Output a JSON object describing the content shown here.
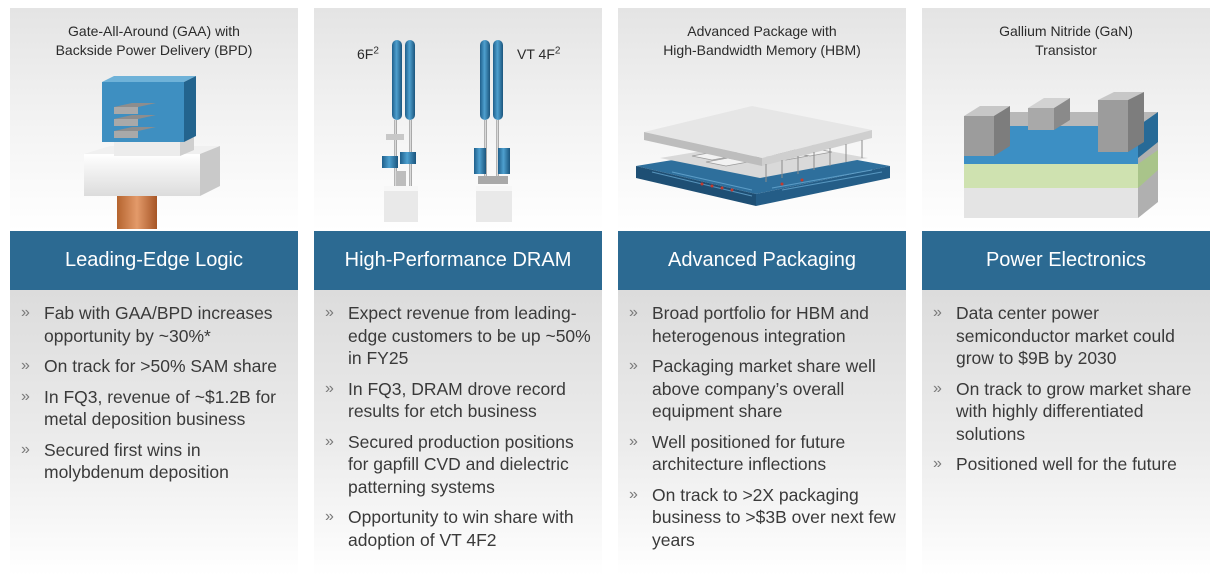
{
  "cards": [
    {
      "caption": [
        "Gate-All-Around (GAA) with",
        "Backside Power Delivery (BPD)"
      ],
      "title": "Leading-Edge Logic",
      "bullets": [
        "Fab with GAA/BPD increases opportunity by ~30%*",
        "On track for >50% SAM share",
        "In FQ3, revenue of ~$1.2B for metal deposition business",
        "Secured first wins in molybdenum deposition"
      ]
    },
    {
      "caption": [],
      "labels": {
        "left_base": "6F",
        "left_sup": "2",
        "right_base": "VT 4F",
        "right_sup": "2"
      },
      "title": "High-Performance DRAM",
      "bullets": [
        "Expect revenue from leading-edge customers to be up ~50% in FY25",
        "In FQ3, DRAM drove record results for etch business",
        "Secured production positions for gapfill CVD and dielectric patterning systems",
        "Opportunity to win share with adoption of VT 4F2"
      ]
    },
    {
      "caption": [
        "Advanced Package with",
        "High-Bandwidth Memory (HBM)"
      ],
      "title": "Advanced Packaging",
      "bullets": [
        "Broad portfolio for HBM and heterogenous integration",
        "Packaging market share well above company’s overall equipment share",
        "Well positioned for future architecture inflections",
        "On track to >2X packaging business to >$3B over next few years"
      ]
    },
    {
      "caption": [
        "Gallium Nitride (GaN)",
        "Transistor"
      ],
      "title": "Power Electronics",
      "bullets": [
        "Data center power semiconductor market could grow to $9B by 2030",
        "On track to grow market share with highly differentiated solutions",
        "Positioned well for the future"
      ]
    }
  ],
  "icons": [
    "gaa-transistor-illustration",
    "dram-pillars-illustration",
    "hbm-package-illustration",
    "gan-transistor-illustration",
    "chevron-bullet-icon"
  ],
  "colors": {
    "band": "#2c6a92",
    "band_text": "#ffffff",
    "bullet_text": "#3a3a3a"
  }
}
